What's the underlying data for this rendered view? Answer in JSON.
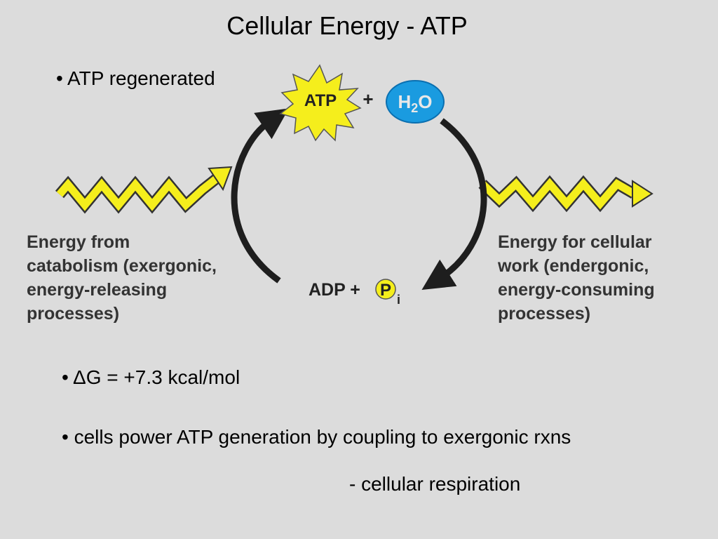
{
  "slide": {
    "title": "Cellular Energy - ATP",
    "bullets": [
      "• ATP regenerated",
      "• ΔG = +7.3 kcal/mol",
      "• cells power ATP generation by coupling to exergonic rxns",
      "- cellular respiration"
    ]
  },
  "diagram": {
    "atp_label": "ATP",
    "plus1": "+",
    "water": {
      "main": "H",
      "sub": "2",
      "tail": "O"
    },
    "adp": "ADP +",
    "phosphate": "P",
    "phosphate_sub": "i",
    "left_label_lines": [
      "Energy from",
      "catabolism (exergonic,",
      "energy-releasing",
      "processes)"
    ],
    "right_label_lines": [
      "Energy for cellular",
      "work (endergonic,",
      "energy-consuming",
      "processes)"
    ],
    "colors": {
      "background": "#dcdcdc",
      "energy_yellow": "#f5ee1c",
      "water_blue": "#1a9be0",
      "arrow_dark": "#1e1e1e",
      "label_gray": "#333333"
    }
  }
}
